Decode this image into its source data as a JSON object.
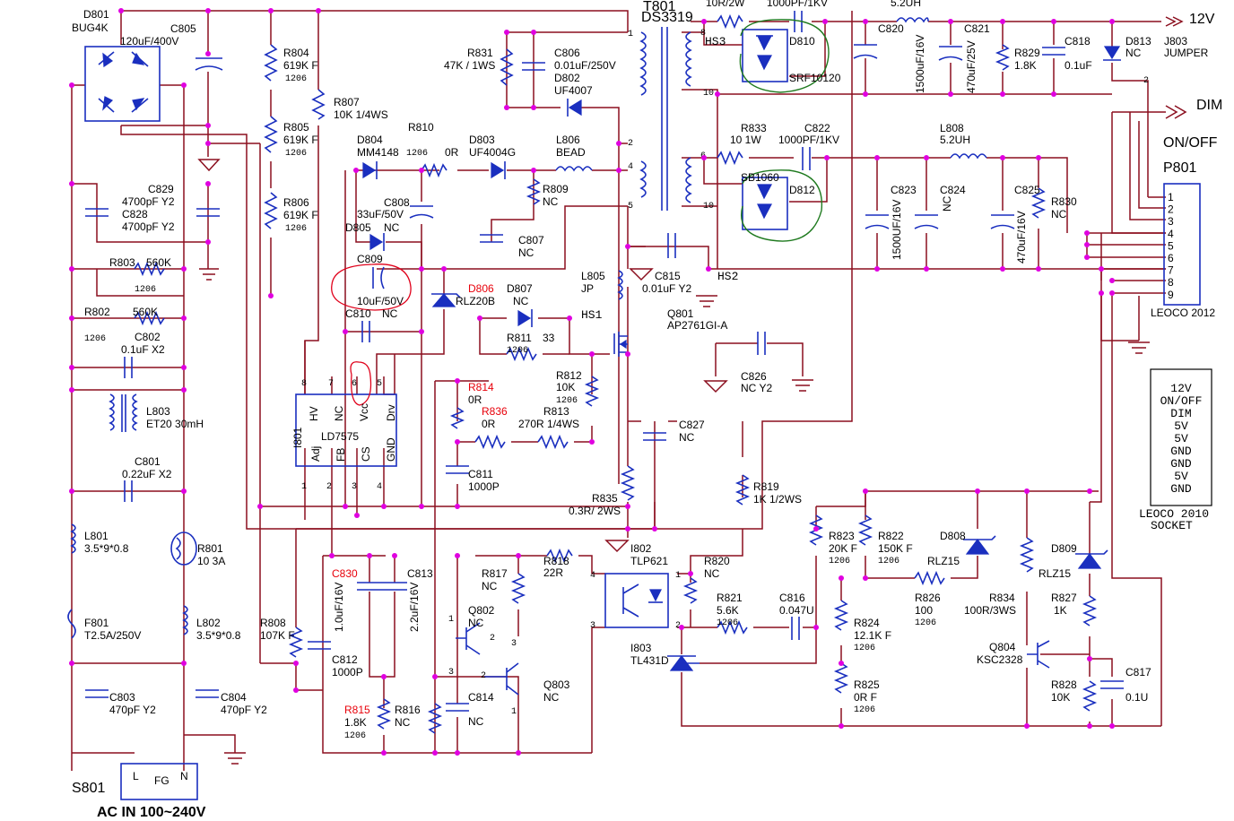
{
  "outputs": {
    "v12": "12V",
    "dim": "DIM",
    "onoff": "ON/OFF",
    "ac_in": "AC IN 100~240V"
  },
  "components": {
    "D801": "D801",
    "D801_v": "BUG4K",
    "C805": "C805",
    "C805_v": "120uF/400V",
    "R804": "R804",
    "R804_v": "619K F",
    "R804_p": "1206",
    "R805": "R805",
    "R805_v": "619K F",
    "R805_p": "1206",
    "R806": "R806",
    "R806_v": "619K F",
    "R806_p": "1206",
    "R807": "R807",
    "R807_v": "10K 1/4WS",
    "C829": "C829",
    "C829_v": "4700pF Y2",
    "C828": "C828",
    "C828_v": "4700pF Y2",
    "R803": "R803",
    "R803_v": "560K",
    "R803_p": "1206",
    "R802": "R802",
    "R802_v": "560K",
    "R802_p": "1206",
    "C802": "C802",
    "C802_v": "0.1uF  X2",
    "L803": "L803",
    "L803_v": "ET20  30mH",
    "C801": "C801",
    "C801_v": "0.22uF X2",
    "L801": "L801",
    "L801_v": "3.5*9*0.8",
    "R801": "R801",
    "R801_v": "10 3A",
    "F801": "F801",
    "F801_v": "T2.5A/250V",
    "L802": "L802",
    "L802_v": "3.5*9*0.8",
    "C803": "C803",
    "C803_v": "470pF Y2",
    "C804": "C804",
    "C804_v": "470pF Y2",
    "S801": "S801",
    "S801_L": "L",
    "S801_FG": "FG",
    "S801_N": "N",
    "R831": "R831",
    "R831_v": "47K / 1WS",
    "C806": "C806",
    "C806_v": "0.01uF/250V",
    "D802": "D802",
    "D802_v": "UF4007",
    "T801": "T801",
    "T801_v": "DS3319",
    "D804": "D804",
    "D804_v": "MM4148",
    "R810": "R810",
    "R810_v": "0R",
    "R810_p": "1206",
    "D803": "D803",
    "D803_v": "UF4004G",
    "L806": "L806",
    "L806_v": "BEAD",
    "R809": "R809",
    "R809_v": "NC",
    "C808": "C808",
    "C808_v": "33uF/50V",
    "D805": "D805",
    "D805_v": "NC",
    "C807": "C807",
    "C807_v": "NC",
    "C809": "C809",
    "C809_v": "10uF/50V",
    "D806": "D806",
    "D806_v": "RLZ20B",
    "D807": "D807",
    "D807_v": "NC",
    "C810": "C810",
    "C810_v": "NC",
    "R811": "R811",
    "R811_v": "33",
    "R811_p": "1206",
    "L805": "L805",
    "L805_v": "JP",
    "HS1": "HS1",
    "Q801": "Q801",
    "Q801_v": "AP2761GI-A",
    "C815": "C815",
    "C815_v": "0.01uF Y2",
    "HS2": "HS2",
    "HS3": "HS3",
    "I801": "I801",
    "I801_v": "LD7575",
    "pin_HV": "HV",
    "pin_NC": "NC",
    "pin_Vcc": "Vcc",
    "pin_Drv": "Drv",
    "pin_Adj": "Adj",
    "pin_FB": "FB",
    "pin_CS": "CS",
    "pin_GND": "GND",
    "pin8": "8",
    "pin7": "7",
    "pin6": "6",
    "pin5": "5",
    "pin1": "1",
    "pin2": "2",
    "pin3": "3",
    "pin4": "4",
    "R814": "R814",
    "R814_v": "0R",
    "R836": "R836",
    "R836_v": "0R",
    "R812": "R812",
    "R812_v": "10K",
    "R812_p": "1206",
    "R813": "R813",
    "R813_v": "270R 1/4WS",
    "C811": "C811",
    "C811_v": "1000P",
    "R835": "R835",
    "R835_v": "0.3R/ 2WS",
    "C827": "C827",
    "C827_v": "NC",
    "C826": "C826",
    "C826_v": "NC Y2",
    "R819": "R819",
    "R819_v": "1K 1/2WS",
    "I802": "I802",
    "I802_v": "TLP621",
    "R818": "R818",
    "R818_v": "22R",
    "R820": "R820",
    "R820_v": "NC",
    "R821": "R821",
    "R821_v": "5.6K",
    "R821_p": "1206",
    "C816": "C816",
    "C816_v": "0.047U",
    "I803": "I803",
    "I803_v": "TL431D",
    "C830": "C830",
    "C830_v": "1.0uF/16V",
    "C813": "C813",
    "C813_v": "2.2uF/16V",
    "C812": "C812",
    "C812_v": "1000P",
    "R808": "R808",
    "R808_v": "107K F",
    "R815": "R815",
    "R815_v": "1.8K",
    "R815_p": "1206",
    "R816": "R816",
    "R816_v": "NC",
    "R817": "R817",
    "R817_v": "NC",
    "Q802": "Q802",
    "Q802_v": "NC",
    "Q803": "Q803",
    "Q803_v": "NC",
    "C814": "C814",
    "C814_v": "NC",
    "R810b": "R810",
    "R833": "R833",
    "R833_v": "10 1W",
    "C822": "C822",
    "C822_v": "1000PF/1KV",
    "SB1060": "SB1060",
    "D812": "D812",
    "R_top": "10R/2W",
    "C_top": "1000PF/1KV",
    "D810": "D810",
    "D810_v": "SRF10120",
    "C820": "C820",
    "C820_v": "1500uF/16V",
    "L807_v": "5.2UH",
    "C821": "C821",
    "C821_v": "470uF/25V",
    "R829": "R829",
    "R829_v": "1.8K",
    "C818": "C818",
    "C818_v": "0.1uF",
    "D813": "D813",
    "D813_v": "NC",
    "J803": "J803",
    "J803_v": "JUMPER",
    "L808": "L808",
    "L808_v": "5.2UH",
    "C823": "C823",
    "C823_v": "1500UF/16V",
    "C824": "C824",
    "C824_v": "NC",
    "C825": "C825",
    "C825_v": "470uF/16V",
    "R830": "R830",
    "R830_v": "NC",
    "P801": "P801",
    "P801_v": "LEOCO 2012",
    "R823": "R823",
    "R823_v": "20K F",
    "R823_p": "1206",
    "R822": "R822",
    "R822_v": "150K F",
    "R822_p": "1206",
    "D808": "D808",
    "D808_v": "RLZ15",
    "R826": "R826",
    "R826_v": "100",
    "R826_p": "1206",
    "R824": "R824",
    "R824_v": "12.1K F",
    "R824_p": "1206",
    "R825": "R825",
    "R825_v": "0R F",
    "R825_p": "1206",
    "D809": "D809",
    "D809_v": "RLZ15",
    "R834": "R834",
    "R834_v": "100R/3WS",
    "R827": "R827",
    "R827_v": "1K",
    "Q804": "Q804",
    "Q804_v": "KSC2328",
    "R828": "R828",
    "R828_v": "10K",
    "C817": "C817",
    "C817_v": "0.1U",
    "t_pin1": "1",
    "t_pin2": "2",
    "t_pin4": "4",
    "t_pin5": "5",
    "t_pin6": "6",
    "t_pin8": "8",
    "t_pin10a": "10",
    "t_pin10b": "10",
    "j_pin2": "2",
    "o_pin4": "4",
    "o_pin3": "3",
    "o_pin1": "1",
    "o_pin2": "2",
    "q_pin1": "1",
    "q_pin2": "2",
    "q_pin3": "3",
    "q3_pin3": "3",
    "q3_pin2": "2",
    "q3_pin1": "1",
    "q2_pin3": "3"
  },
  "connector_pins": [
    "1",
    "2",
    "3",
    "4",
    "5",
    "6",
    "7",
    "8",
    "9"
  ],
  "socket": {
    "lines": [
      "12V",
      "ON/OFF",
      "DIM",
      "5V",
      "5V",
      "GND",
      "GND",
      "5V",
      "GND"
    ],
    "caption1": "LEOCO 2010",
    "caption2": "SOCKET"
  },
  "colors": {
    "wire": "#8b0f1f",
    "component": "#1a2fbf",
    "junction": "#e000e0",
    "highlight_red": "#e8000a",
    "annotation_green": "#1f7a1f"
  }
}
